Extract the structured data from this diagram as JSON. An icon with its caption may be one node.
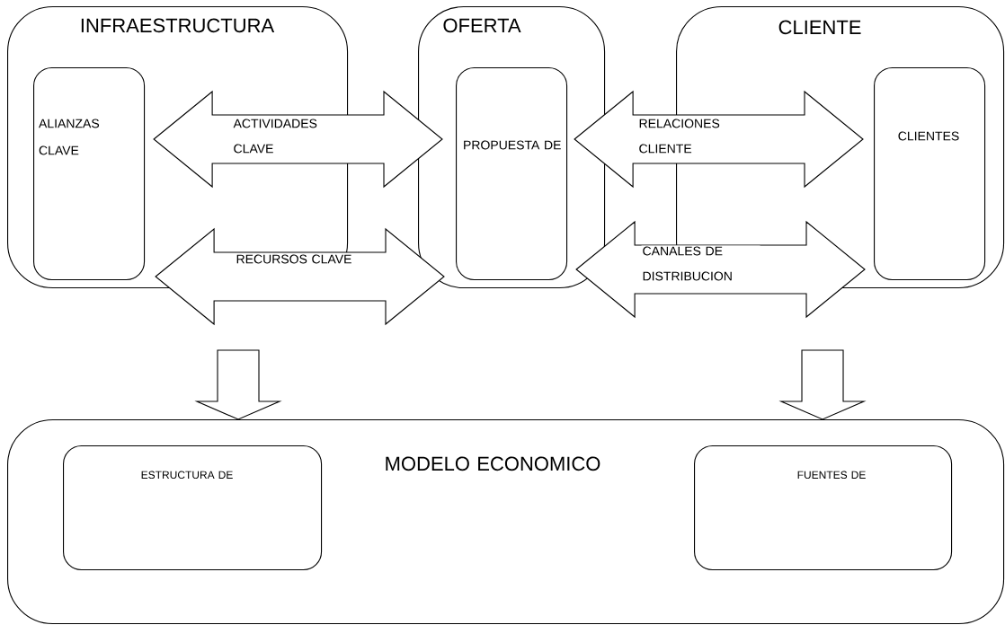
{
  "diagram": {
    "nodes": [
      {
        "text": [
          "INFRAESTRUCTURA"
        ]
      },
      {
        "text": [
          "ALIANZAS CLAVE"
        ],
        "in": 0
      },
      {
        "text": [
          "OFERTA"
        ]
      },
      {
        "text": [
          "PROPUESTA DE"
        ],
        "in": 2
      },
      {
        "text": [
          "CLIENTE"
        ]
      },
      {
        "text": [
          "CLIENTES"
        ],
        "in": 4
      },
      {
        "text": [
          "MODELO ECONOMICO"
        ]
      },
      {
        "text": [
          "ESTRUCTURA DE"
        ],
        "in": 6
      },
      {
        "text": [
          "FUENTES DE"
        ],
        "in": 6
      }
    ],
    "edges": [
      {
        "from": 1,
        "to": 3,
        "arrow": "both",
        "label": "ACTIVIDADES CLAVE"
      },
      {
        "from": 1,
        "to": 3,
        "arrow": "both",
        "label": "RECURSOS CLAVE"
      },
      {
        "from": 3,
        "to": 5,
        "arrow": "both",
        "label": "RELACIONES CLIENTE"
      },
      {
        "from": 3,
        "to": 5,
        "arrow": "both",
        "label": "CANALES DE DISTRIBUCION"
      },
      {
        "from": null,
        "to": 6,
        "arrow": "to"
      },
      {
        "from": null,
        "to": 6,
        "arrow": "to"
      }
    ]
  }
}
